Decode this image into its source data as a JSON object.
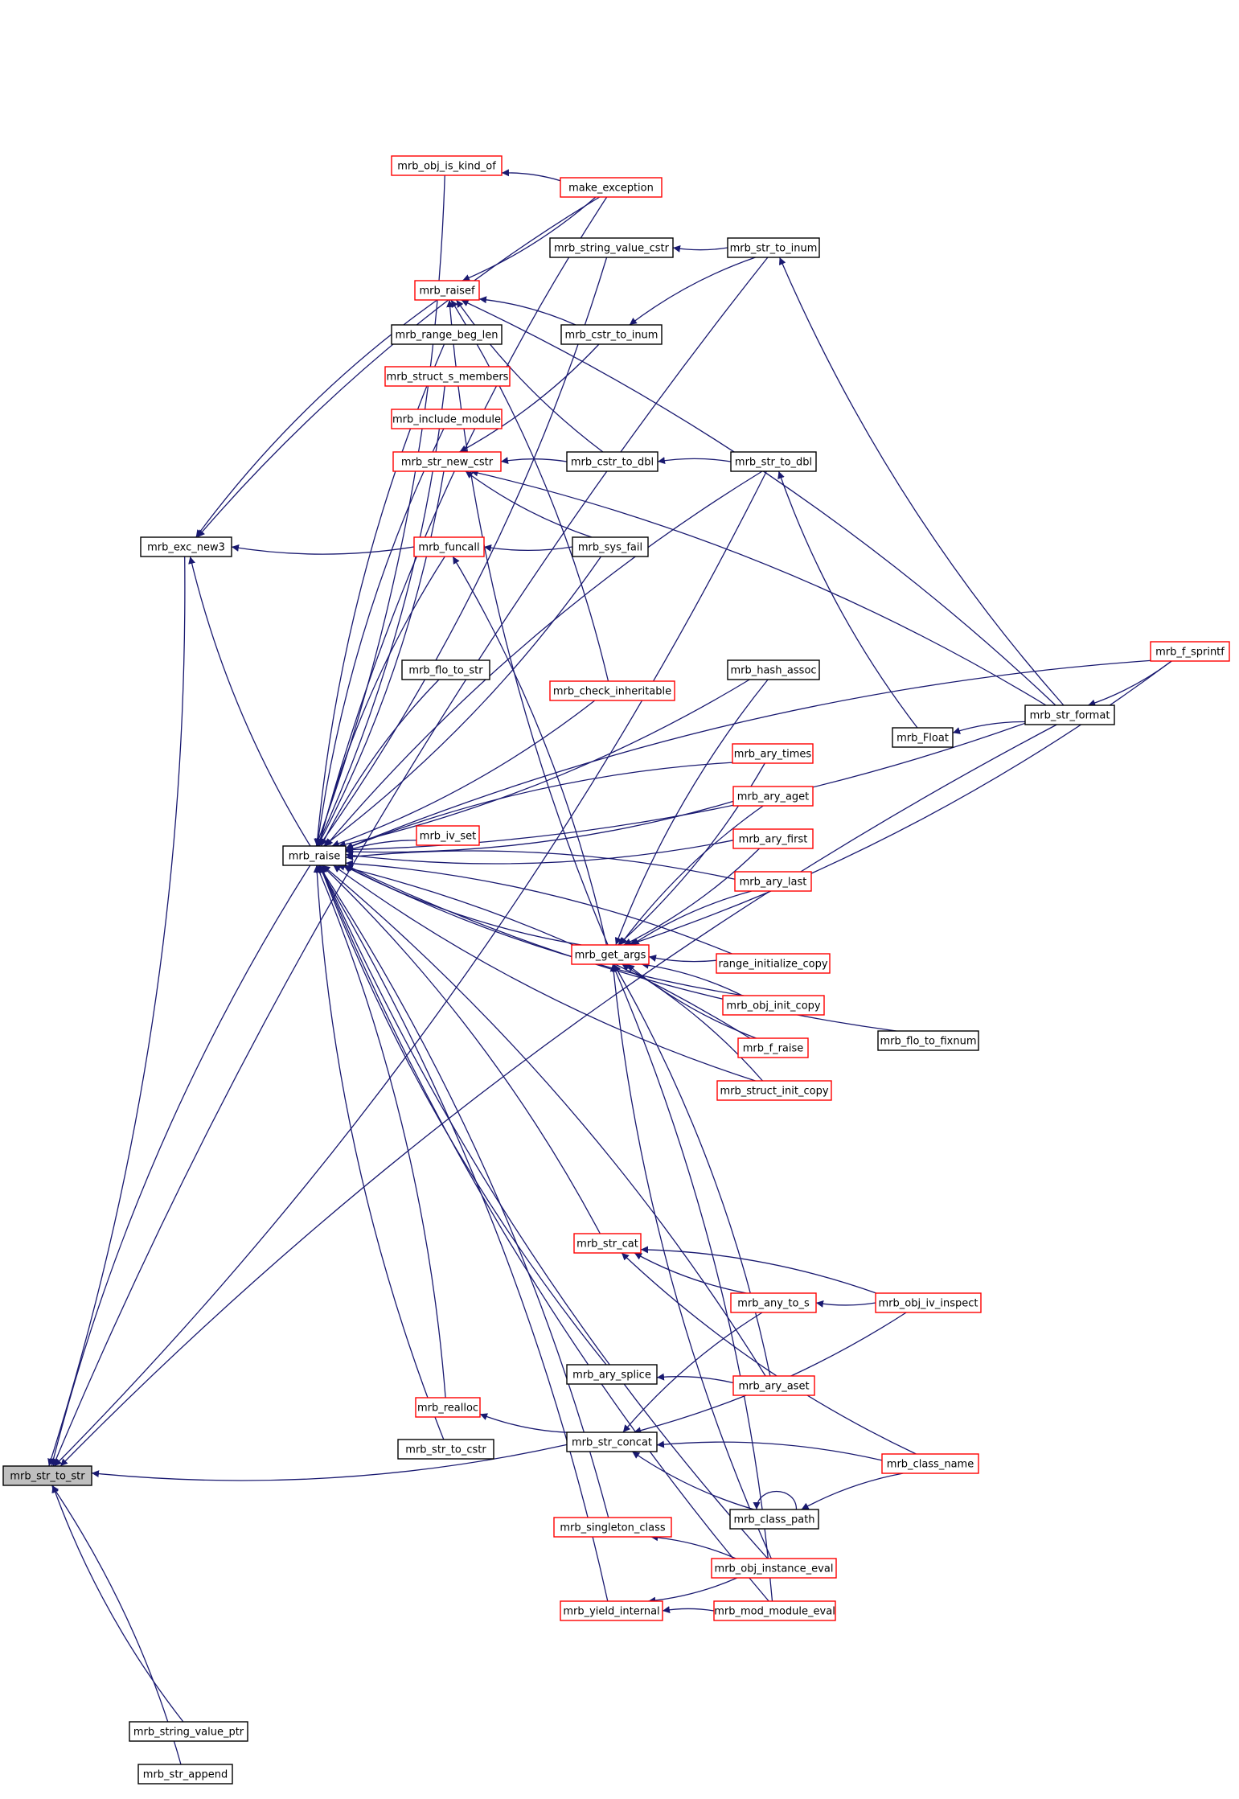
{
  "colors": {
    "edge": "#191970",
    "node_border_default": "#000000",
    "node_border_highlight": "#ff0000",
    "root_fill": "#bfbfbf",
    "background": "#ffffff"
  },
  "graph": {
    "root": "mrb_str_to_str",
    "nodes": [
      {
        "id": "mrb_str_to_str",
        "label": "mrb_str_to_str",
        "style": "root"
      },
      {
        "id": "mrb_exc_new3",
        "label": "mrb_exc_new3",
        "style": "default"
      },
      {
        "id": "mrb_raise",
        "label": "mrb_raise",
        "style": "default"
      },
      {
        "id": "mrb_string_value_ptr",
        "label": "mrb_string_value_ptr",
        "style": "default"
      },
      {
        "id": "mrb_str_append",
        "label": "mrb_str_append",
        "style": "default"
      },
      {
        "id": "mrb_obj_is_kind_of",
        "label": "mrb_obj_is_kind_of",
        "style": "red"
      },
      {
        "id": "mrb_raisef",
        "label": "mrb_raisef",
        "style": "red"
      },
      {
        "id": "mrb_range_beg_len",
        "label": "mrb_range_beg_len",
        "style": "default"
      },
      {
        "id": "mrb_struct_s_members",
        "label": "mrb_struct_s_members",
        "style": "red"
      },
      {
        "id": "mrb_include_module",
        "label": "mrb_include_module",
        "style": "red"
      },
      {
        "id": "mrb_str_new_cstr",
        "label": "mrb_str_new_cstr",
        "style": "red"
      },
      {
        "id": "mrb_funcall",
        "label": "mrb_funcall",
        "style": "red"
      },
      {
        "id": "mrb_flo_to_str",
        "label": "mrb_flo_to_str",
        "style": "default"
      },
      {
        "id": "mrb_iv_set",
        "label": "mrb_iv_set",
        "style": "red"
      },
      {
        "id": "mrb_realloc",
        "label": "mrb_realloc",
        "style": "red"
      },
      {
        "id": "mrb_str_to_cstr",
        "label": "mrb_str_to_cstr",
        "style": "default"
      },
      {
        "id": "make_exception",
        "label": "make_exception",
        "style": "red"
      },
      {
        "id": "mrb_string_value_cstr",
        "label": "mrb_string_value_cstr",
        "style": "default"
      },
      {
        "id": "mrb_cstr_to_inum",
        "label": "mrb_cstr_to_inum",
        "style": "default"
      },
      {
        "id": "mrb_cstr_to_dbl",
        "label": "mrb_cstr_to_dbl",
        "style": "default"
      },
      {
        "id": "mrb_sys_fail",
        "label": "mrb_sys_fail",
        "style": "default"
      },
      {
        "id": "mrb_check_inheritable",
        "label": "mrb_check_inheritable",
        "style": "red"
      },
      {
        "id": "mrb_get_args",
        "label": "mrb_get_args",
        "style": "red"
      },
      {
        "id": "mrb_str_cat",
        "label": "mrb_str_cat",
        "style": "red"
      },
      {
        "id": "mrb_ary_splice",
        "label": "mrb_ary_splice",
        "style": "default"
      },
      {
        "id": "mrb_str_concat",
        "label": "mrb_str_concat",
        "style": "default"
      },
      {
        "id": "mrb_singleton_class",
        "label": "mrb_singleton_class",
        "style": "red"
      },
      {
        "id": "mrb_yield_internal",
        "label": "mrb_yield_internal",
        "style": "red"
      },
      {
        "id": "mrb_str_to_inum",
        "label": "mrb_str_to_inum",
        "style": "default"
      },
      {
        "id": "mrb_str_to_dbl",
        "label": "mrb_str_to_dbl",
        "style": "default"
      },
      {
        "id": "mrb_hash_assoc",
        "label": "mrb_hash_assoc",
        "style": "default"
      },
      {
        "id": "mrb_ary_times",
        "label": "mrb_ary_times",
        "style": "red"
      },
      {
        "id": "mrb_ary_aget",
        "label": "mrb_ary_aget",
        "style": "red"
      },
      {
        "id": "mrb_ary_first",
        "label": "mrb_ary_first",
        "style": "red"
      },
      {
        "id": "mrb_ary_last",
        "label": "mrb_ary_last",
        "style": "red"
      },
      {
        "id": "range_initialize_copy",
        "label": "range_initialize_copy",
        "style": "red"
      },
      {
        "id": "mrb_obj_init_copy",
        "label": "mrb_obj_init_copy",
        "style": "red"
      },
      {
        "id": "mrb_f_raise",
        "label": "mrb_f_raise",
        "style": "red"
      },
      {
        "id": "mrb_struct_init_copy",
        "label": "mrb_struct_init_copy",
        "style": "red"
      },
      {
        "id": "mrb_any_to_s",
        "label": "mrb_any_to_s",
        "style": "red"
      },
      {
        "id": "mrb_ary_aset",
        "label": "mrb_ary_aset",
        "style": "red"
      },
      {
        "id": "mrb_class_path",
        "label": "mrb_class_path",
        "style": "default"
      },
      {
        "id": "mrb_obj_instance_eval",
        "label": "mrb_obj_instance_eval",
        "style": "red"
      },
      {
        "id": "mrb_mod_module_eval",
        "label": "mrb_mod_module_eval",
        "style": "red"
      },
      {
        "id": "mrb_Float",
        "label": "mrb_Float",
        "style": "default"
      },
      {
        "id": "mrb_flo_to_fixnum",
        "label": "mrb_flo_to_fixnum",
        "style": "default"
      },
      {
        "id": "mrb_obj_iv_inspect",
        "label": "mrb_obj_iv_inspect",
        "style": "red"
      },
      {
        "id": "mrb_class_name",
        "label": "mrb_class_name",
        "style": "red"
      },
      {
        "id": "mrb_str_format",
        "label": "mrb_str_format",
        "style": "default"
      },
      {
        "id": "mrb_f_sprintf",
        "label": "mrb_f_sprintf",
        "style": "red"
      }
    ],
    "edges": [
      [
        "mrb_exc_new3",
        "mrb_str_to_str"
      ],
      [
        "mrb_raise",
        "mrb_str_to_str"
      ],
      [
        "mrb_string_value_ptr",
        "mrb_str_to_str"
      ],
      [
        "mrb_str_append",
        "mrb_str_to_str"
      ],
      [
        "mrb_str_concat",
        "mrb_str_to_str"
      ],
      [
        "mrb_str_to_inum",
        "mrb_str_to_str"
      ],
      [
        "mrb_str_to_dbl",
        "mrb_str_to_str"
      ],
      [
        "mrb_str_format",
        "mrb_str_to_str"
      ],
      [
        "mrb_raise",
        "mrb_exc_new3"
      ],
      [
        "mrb_raisef",
        "mrb_exc_new3"
      ],
      [
        "mrb_funcall",
        "mrb_exc_new3"
      ],
      [
        "make_exception",
        "mrb_exc_new3"
      ],
      [
        "mrb_obj_is_kind_of",
        "mrb_raise"
      ],
      [
        "make_exception",
        "mrb_raise"
      ],
      [
        "mrb_string_value_cstr",
        "mrb_raise"
      ],
      [
        "mrb_range_beg_len",
        "mrb_raise"
      ],
      [
        "mrb_struct_s_members",
        "mrb_raise"
      ],
      [
        "mrb_include_module",
        "mrb_raise"
      ],
      [
        "mrb_str_new_cstr",
        "mrb_raise"
      ],
      [
        "mrb_funcall",
        "mrb_raise"
      ],
      [
        "mrb_sys_fail",
        "mrb_raise"
      ],
      [
        "mrb_str_to_dbl",
        "mrb_raise"
      ],
      [
        "mrb_hash_assoc",
        "mrb_raise"
      ],
      [
        "mrb_flo_to_str",
        "mrb_raise"
      ],
      [
        "mrb_check_inheritable",
        "mrb_raise"
      ],
      [
        "mrb_ary_times",
        "mrb_raise"
      ],
      [
        "mrb_ary_aget",
        "mrb_raise"
      ],
      [
        "mrb_iv_set",
        "mrb_raise"
      ],
      [
        "mrb_ary_first",
        "mrb_raise"
      ],
      [
        "mrb_ary_last",
        "mrb_raise"
      ],
      [
        "mrb_get_args",
        "mrb_raise"
      ],
      [
        "range_initialize_copy",
        "mrb_raise"
      ],
      [
        "mrb_obj_init_copy",
        "mrb_raise"
      ],
      [
        "mrb_f_raise",
        "mrb_raise"
      ],
      [
        "mrb_struct_init_copy",
        "mrb_raise"
      ],
      [
        "mrb_f_sprintf",
        "mrb_raise"
      ],
      [
        "mrb_flo_to_fixnum",
        "mrb_raise"
      ],
      [
        "mrb_str_cat",
        "mrb_raise"
      ],
      [
        "mrb_str_format",
        "mrb_raise"
      ],
      [
        "mrb_ary_aset",
        "mrb_raise"
      ],
      [
        "mrb_ary_splice",
        "mrb_raise"
      ],
      [
        "mrb_realloc",
        "mrb_raise"
      ],
      [
        "mrb_str_to_cstr",
        "mrb_raise"
      ],
      [
        "mrb_singleton_class",
        "mrb_raise"
      ],
      [
        "mrb_obj_instance_eval",
        "mrb_raise"
      ],
      [
        "mrb_yield_internal",
        "mrb_raise"
      ],
      [
        "mrb_mod_module_eval",
        "mrb_raise"
      ],
      [
        "make_exception",
        "mrb_obj_is_kind_of"
      ],
      [
        "make_exception",
        "mrb_raisef"
      ],
      [
        "mrb_cstr_to_inum",
        "mrb_raisef"
      ],
      [
        "mrb_cstr_to_dbl",
        "mrb_raisef"
      ],
      [
        "mrb_check_inheritable",
        "mrb_raisef"
      ],
      [
        "mrb_get_args",
        "mrb_raisef"
      ],
      [
        "mrb_str_format",
        "mrb_raisef"
      ],
      [
        "mrb_str_to_inum",
        "mrb_string_value_cstr"
      ],
      [
        "mrb_str_to_inum",
        "mrb_cstr_to_inum"
      ],
      [
        "mrb_str_format",
        "mrb_str_to_inum"
      ],
      [
        "mrb_str_to_dbl",
        "mrb_cstr_to_dbl"
      ],
      [
        "mrb_cstr_to_inum",
        "mrb_str_new_cstr"
      ],
      [
        "mrb_cstr_to_dbl",
        "mrb_str_new_cstr"
      ],
      [
        "mrb_sys_fail",
        "mrb_str_new_cstr"
      ],
      [
        "mrb_str_format",
        "mrb_str_new_cstr"
      ],
      [
        "mrb_sys_fail",
        "mrb_funcall"
      ],
      [
        "mrb_get_args",
        "mrb_funcall"
      ],
      [
        "mrb_Float",
        "mrb_str_to_dbl"
      ],
      [
        "mrb_hash_assoc",
        "mrb_get_args"
      ],
      [
        "mrb_ary_times",
        "mrb_get_args"
      ],
      [
        "mrb_ary_aget",
        "mrb_get_args"
      ],
      [
        "mrb_ary_first",
        "mrb_get_args"
      ],
      [
        "mrb_ary_last",
        "mrb_get_args"
      ],
      [
        "range_initialize_copy",
        "mrb_get_args"
      ],
      [
        "mrb_obj_init_copy",
        "mrb_get_args"
      ],
      [
        "mrb_f_raise",
        "mrb_get_args"
      ],
      [
        "mrb_struct_init_copy",
        "mrb_get_args"
      ],
      [
        "mrb_f_sprintf",
        "mrb_get_args"
      ],
      [
        "mrb_ary_aset",
        "mrb_get_args"
      ],
      [
        "mrb_obj_instance_eval",
        "mrb_get_args"
      ],
      [
        "mrb_mod_module_eval",
        "mrb_get_args"
      ],
      [
        "mrb_any_to_s",
        "mrb_str_cat"
      ],
      [
        "mrb_obj_iv_inspect",
        "mrb_str_cat"
      ],
      [
        "mrb_class_name",
        "mrb_str_cat"
      ],
      [
        "mrb_ary_aset",
        "mrb_ary_splice"
      ],
      [
        "mrb_str_concat",
        "mrb_realloc"
      ],
      [
        "mrb_any_to_s",
        "mrb_str_concat"
      ],
      [
        "mrb_obj_iv_inspect",
        "mrb_str_concat"
      ],
      [
        "mrb_class_name",
        "mrb_str_concat"
      ],
      [
        "mrb_class_path",
        "mrb_str_concat"
      ],
      [
        "mrb_obj_instance_eval",
        "mrb_singleton_class"
      ],
      [
        "mrb_obj_instance_eval",
        "mrb_yield_internal"
      ],
      [
        "mrb_mod_module_eval",
        "mrb_yield_internal"
      ],
      [
        "mrb_obj_iv_inspect",
        "mrb_any_to_s"
      ],
      [
        "mrb_class_name",
        "mrb_class_path"
      ],
      [
        "mrb_class_path",
        "mrb_class_path"
      ],
      [
        "mrb_str_format",
        "mrb_Float"
      ],
      [
        "mrb_f_sprintf",
        "mrb_str_format"
      ]
    ]
  }
}
